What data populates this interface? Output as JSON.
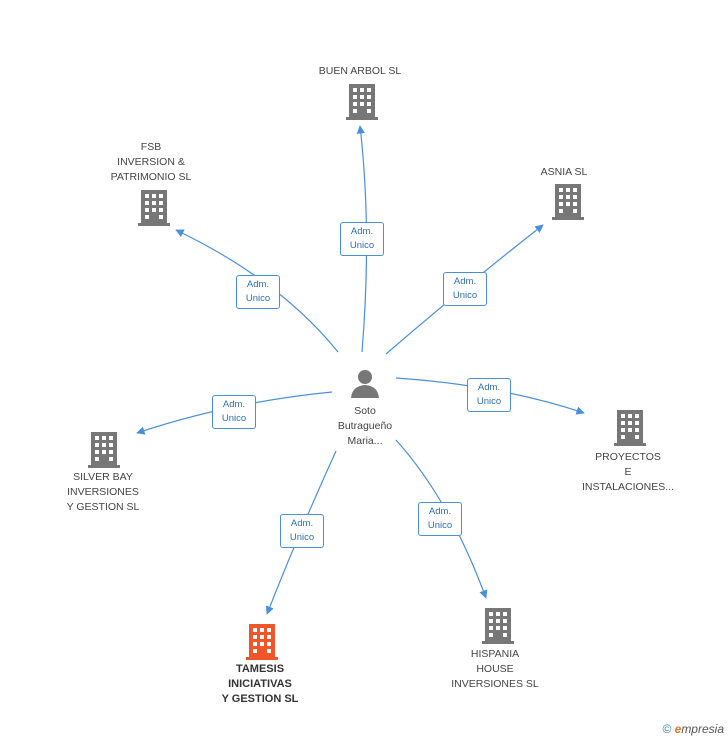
{
  "center": {
    "name": "Soto\nButragueño\nMaria...",
    "icon": "person-icon"
  },
  "companies": [
    {
      "id": "buen-arbol",
      "name": "BUEN ARBOL SL",
      "highlight": false
    },
    {
      "id": "asnia",
      "name": "ASNIA SL",
      "highlight": false
    },
    {
      "id": "fsb",
      "name": "FSB\nINVERSION &\nPATRIMONIO SL",
      "highlight": false
    },
    {
      "id": "proyectos",
      "name": "PROYECTOS\nE\nINSTALACIONES...",
      "highlight": false
    },
    {
      "id": "silver-bay",
      "name": "SILVER BAY\nINVERSIONES\nY GESTION SL",
      "highlight": false
    },
    {
      "id": "hispania",
      "name": "HISPANIA\nHOUSE\nINVERSIONES SL",
      "highlight": false
    },
    {
      "id": "tamesis",
      "name": "TAMESIS\nINICIATIVAS\nY GESTION SL",
      "highlight": true
    }
  ],
  "relation_label": "Adm.\nUnico",
  "colors": {
    "edge": "#4a90d9",
    "building": "#777777",
    "building_highlight": "#f0562a",
    "person": "#777777"
  },
  "footer": {
    "copyright": "©",
    "brand_e": "e",
    "brand_rest": "mpresia"
  }
}
